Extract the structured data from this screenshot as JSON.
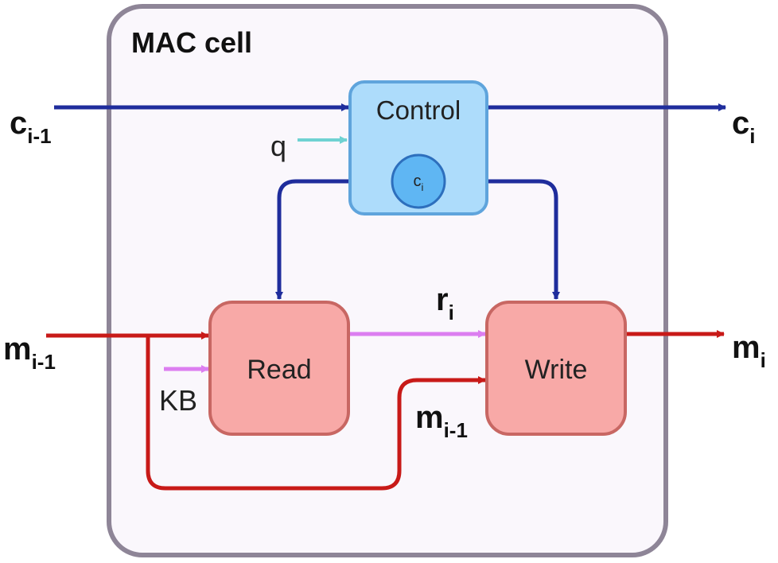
{
  "colors": {
    "cell_fill": "#faf7fc",
    "cell_stroke": "#8e8597",
    "control_fill": "#addcfb",
    "control_stroke": "#5fa4dc",
    "inner_circle_fill": "#5fb6f3",
    "inner_circle_stroke": "#2d6fbd",
    "module_fill": "#f8a9a7",
    "module_stroke": "#c86763",
    "control_arrow": "#1f2d9c",
    "memory_arrow": "#c81a18",
    "retrieved_arrow": "#dc7ef0",
    "question_arrow": "#6fd2d2"
  },
  "cell": {
    "title": "MAC cell"
  },
  "modules": {
    "control": "Control",
    "read": "Read",
    "write": "Write"
  },
  "inner": {
    "base": "c",
    "sub": "i"
  },
  "labels": {
    "c_prev": {
      "base": "c",
      "sub": "i-1"
    },
    "c_out": {
      "base": "c",
      "sub": "i"
    },
    "m_prev": {
      "base": "m",
      "sub": "i-1"
    },
    "m_out": {
      "base": "m",
      "sub": "i"
    },
    "m_skip": {
      "base": "m",
      "sub": "i-1"
    },
    "r": {
      "base": "r",
      "sub": "i"
    },
    "q": "q",
    "kb": "KB"
  }
}
